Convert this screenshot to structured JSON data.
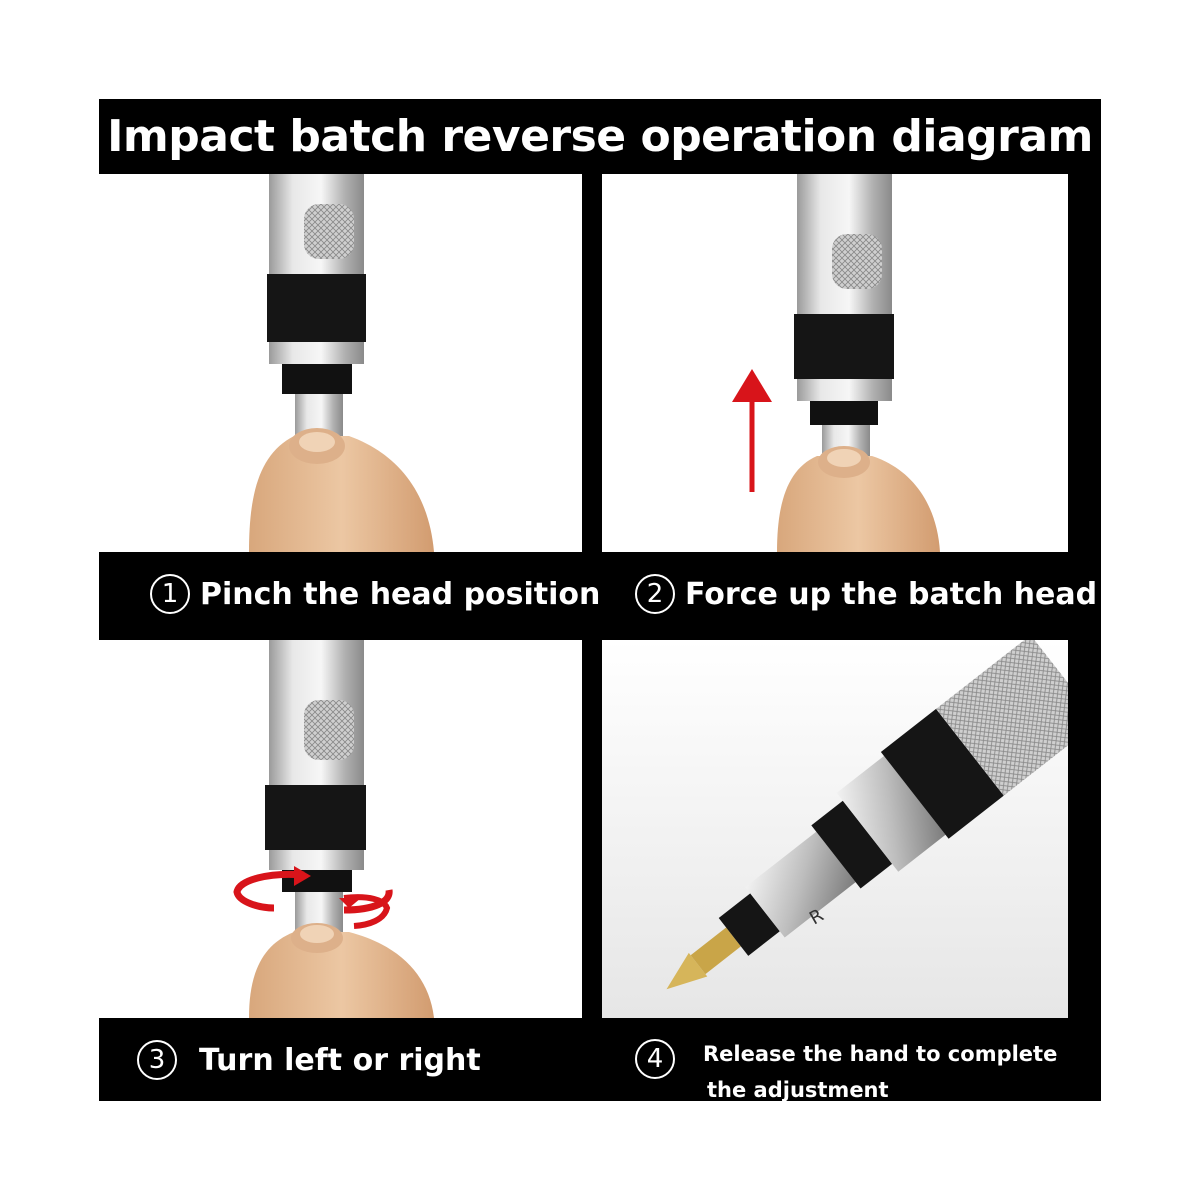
{
  "title": "Impact batch reverse operation diagram",
  "steps": [
    {
      "number": "1",
      "label": "Pinch the head position"
    },
    {
      "number": "2",
      "label": "Force up the batch head"
    },
    {
      "number": "3",
      "label": "Turn left or right"
    },
    {
      "number": "4",
      "label_line1": "Release the hand to complete",
      "label_line2": "the adjustment"
    }
  ],
  "tool_marking": "R",
  "colors": {
    "arrow": "#d8141a",
    "frame": "#000000",
    "metal": "#c9c9c9",
    "skin": "#e3b98f"
  }
}
